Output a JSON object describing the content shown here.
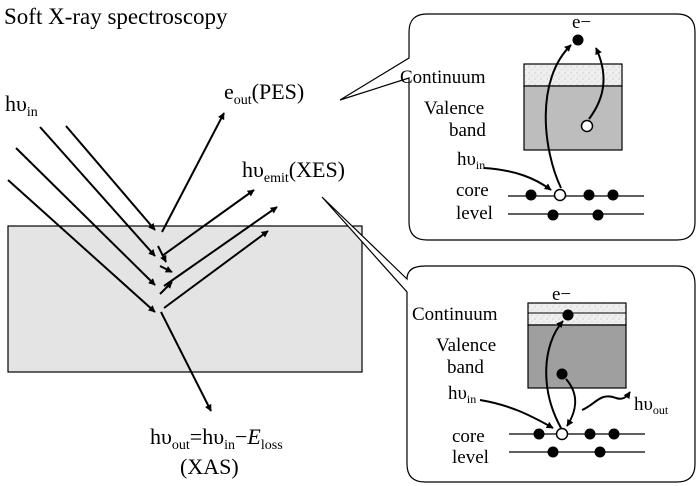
{
  "title": "Soft X-ray spectroscopy",
  "left": {
    "incident_main": "hυ",
    "incident_sub": "in",
    "pes_main": "e",
    "pes_sub": "out",
    "pes_tail": "(PES)",
    "xes_main": "hυ",
    "xes_sub": "emit",
    "xes_tail": "(XES)",
    "xas_a_main": "hυ",
    "xas_a_sub": "out",
    "xas_b": "=hυ",
    "xas_b_sub": "in",
    "xas_c": "−",
    "xas_c_italic": "E",
    "xas_c_sub": "loss",
    "xas_name": "(XAS)"
  },
  "pes_bubble": {
    "electron": "e−",
    "continuum": "Continuum",
    "valence_1": "Valence",
    "valence_2": "band",
    "incident_main": "hυ",
    "incident_sub": "in",
    "core_1": "core",
    "core_2": "level"
  },
  "xas_bubble": {
    "electron": "e−",
    "continuum": "Continuum",
    "valence_1": "Valence",
    "valence_2": "band",
    "incident_main": "hυ",
    "incident_sub": "in",
    "out_main": "hυ",
    "out_sub": "out",
    "core_1": "core",
    "core_2": "level"
  }
}
